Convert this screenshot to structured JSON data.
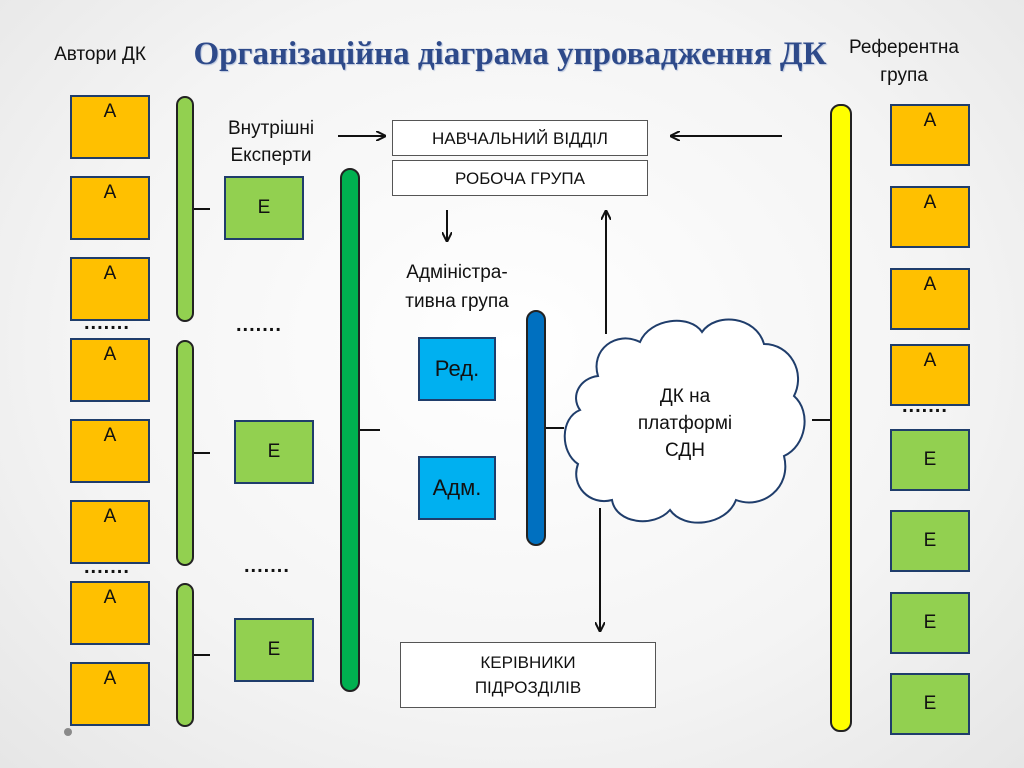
{
  "title": "Організаційна діаграма упровадження ДК",
  "authors_label": "Автори ДК",
  "reference_label": [
    "Референтна",
    "група"
  ],
  "experts_label": [
    "Внутрішні",
    "Експерти"
  ],
  "admin_label": [
    "Адміністра-",
    "тивна група"
  ],
  "training_dept": "НАВЧАЛЬНИЙ ВІДДІЛ",
  "working_group": "РОБОЧА ГРУПА",
  "managers": [
    "КЕРІВНИКИ",
    "ПІДРОЗДІЛІВ"
  ],
  "editor": "Ред.",
  "admin": "Адм.",
  "cloud": [
    "ДК на",
    "платформі",
    "СДН"
  ],
  "dots": ".......",
  "author_boxes": [
    "А",
    "А",
    "А",
    "А",
    "А",
    "А",
    "А",
    "А"
  ],
  "expert_boxes": [
    "Е",
    "Е",
    "Е"
  ],
  "reference_boxes": [
    "А",
    "А",
    "А",
    "А",
    "Е",
    "Е",
    "Е",
    "Е"
  ],
  "colors": {
    "author": "#ffc000",
    "expert": "#92d050",
    "experts_bar": "#00b050",
    "admin_bar": "#0070c0",
    "reference_bar": "#ffff00",
    "admin_box": "#00b0f0",
    "title": "#2e4a8a"
  }
}
